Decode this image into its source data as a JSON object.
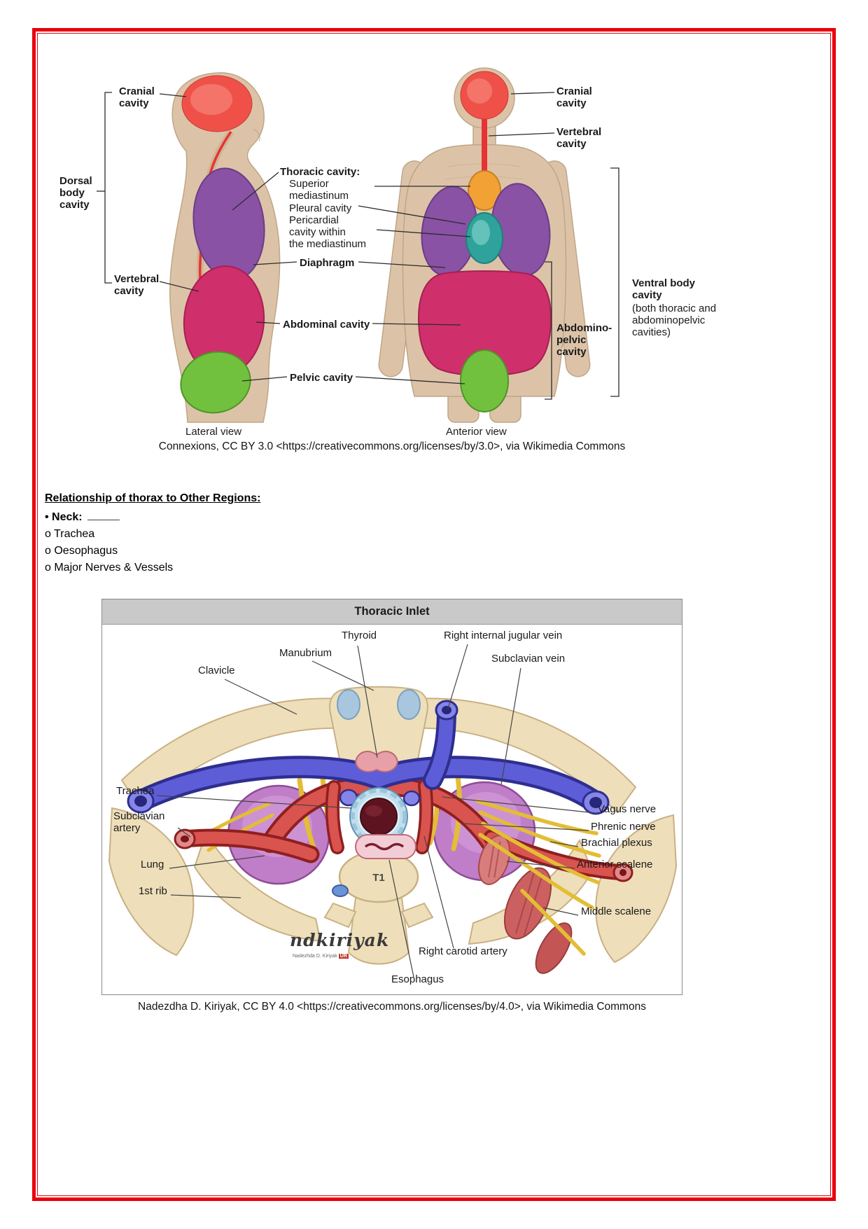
{
  "colors": {
    "border_red": "#e8000d",
    "header_gray": "#c9c9c9",
    "cranial": "#ef5148",
    "thoracic": "#8952a5",
    "mediastinum": "#f2a135",
    "pericardial": "#2fa39b",
    "abdominal": "#cf2f6b",
    "pelvic": "#72c13e"
  },
  "figure1": {
    "labels": {
      "cranial_left": "Cranial\ncavity",
      "dorsal": "Dorsal\nbody\ncavity",
      "vertebral_left": "Vertebral\ncavity",
      "thoracic_title": "Thoracic cavity:",
      "superior_mediastinum": "Superior\nmediastinum",
      "pleural": "Pleural cavity",
      "pericardial": "Pericardial\ncavity within\nthe mediastinum",
      "diaphragm": "Diaphragm",
      "abdominal": "Abdominal cavity",
      "pelvic": "Pelvic cavity",
      "cranial_right": "Cranial\ncavity",
      "vertebral_right": "Vertebral\ncavity",
      "ventral_title": "Ventral body\ncavity",
      "ventral_sub": "(both thoracic and\nabdominopelvic\ncavities)",
      "abdominopelvic": "Abdomino-\npelvic\ncavity",
      "lateral_view": "Lateral view",
      "anterior_view": "Anterior view"
    },
    "caption": "Connexions, CC BY 3.0 <https://creativecommons.org/licenses/by/3.0>, via Wikimedia Commons"
  },
  "notes": {
    "heading": "Relationship of thorax to Other Regions:",
    "neck_label": "• Neck:",
    "items": [
      "o Trachea",
      "o Oesophagus",
      "o Major Nerves & Vessels"
    ]
  },
  "figure2": {
    "title": "Thoracic Inlet",
    "labels": {
      "thyroid": "Thyroid",
      "manubrium": "Manubrium",
      "clavicle": "Clavicle",
      "jugular": "Right internal jugular vein",
      "subclavian_vein": "Subclavian vein",
      "trachea": "Trachea",
      "subclavian_artery": "Subclavian\nartery",
      "lung": "Lung",
      "first_rib": "1st rib",
      "vagus": "Vagus nerve",
      "phrenic": "Phrenic nerve",
      "brachial_plexus": "Brachial plexus",
      "anterior_scalene": "Anterior scalene",
      "middle_scalene": "Middle scalene",
      "carotid": "Right carotid artery",
      "esophagus": "Esophagus"
    },
    "t1": "T1",
    "signature": "ndkiriyak",
    "signature_sub": "Nadezhda D. Kiriyak",
    "signature_logo": "UR",
    "caption": "Nadezdha D. Kiriyak, CC BY 4.0 <https://creativecommons.org/licenses/by/4.0>, via Wikimedia Commons"
  }
}
